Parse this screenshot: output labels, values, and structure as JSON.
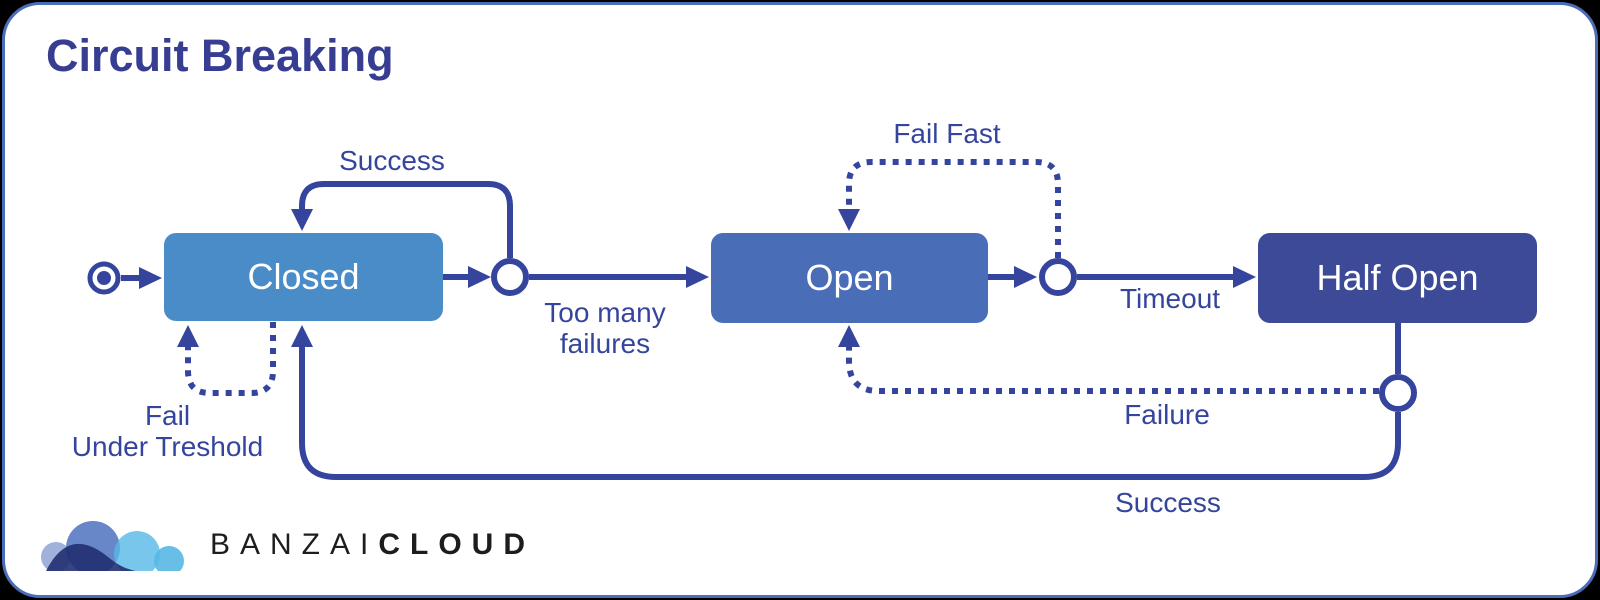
{
  "title": "Circuit Breaking",
  "colors": {
    "line": "#35459d",
    "title": "#373e92",
    "frame_border": "#4b6cb6",
    "canvas": "#ffffff",
    "outside": "#000000",
    "state_text": "#ffffff"
  },
  "states": [
    {
      "label": "Closed",
      "fill": "#4a8cc7"
    },
    {
      "label": "Open",
      "fill": "#4a6db8"
    },
    {
      "label": "Half Open",
      "fill": "#3c4a97"
    }
  ],
  "transitions": [
    {
      "label": "Success",
      "from": "Closed",
      "to": "Closed",
      "style": "solid"
    },
    {
      "label": "Too many failures",
      "label_line1": "Too many",
      "label_line2": "failures",
      "from": "Closed",
      "to": "Open",
      "style": "solid"
    },
    {
      "label": "Fail Fast",
      "from": "Open",
      "to": "Open",
      "style": "dotted"
    },
    {
      "label": "Timeout",
      "from": "Open",
      "to": "Half Open",
      "style": "solid"
    },
    {
      "label": "Failure",
      "from": "Half Open",
      "to": "Open",
      "style": "dotted"
    },
    {
      "label": "Success",
      "from": "Half Open",
      "to": "Closed",
      "style": "solid"
    },
    {
      "label": "Fail Under Treshold",
      "label_line1": "Fail",
      "label_line2": "Under Treshold",
      "from": "Closed",
      "to": "Closed",
      "style": "dotted"
    }
  ],
  "logo": {
    "brand_regular": "BANZAI",
    "brand_bold": "CLOUD"
  }
}
